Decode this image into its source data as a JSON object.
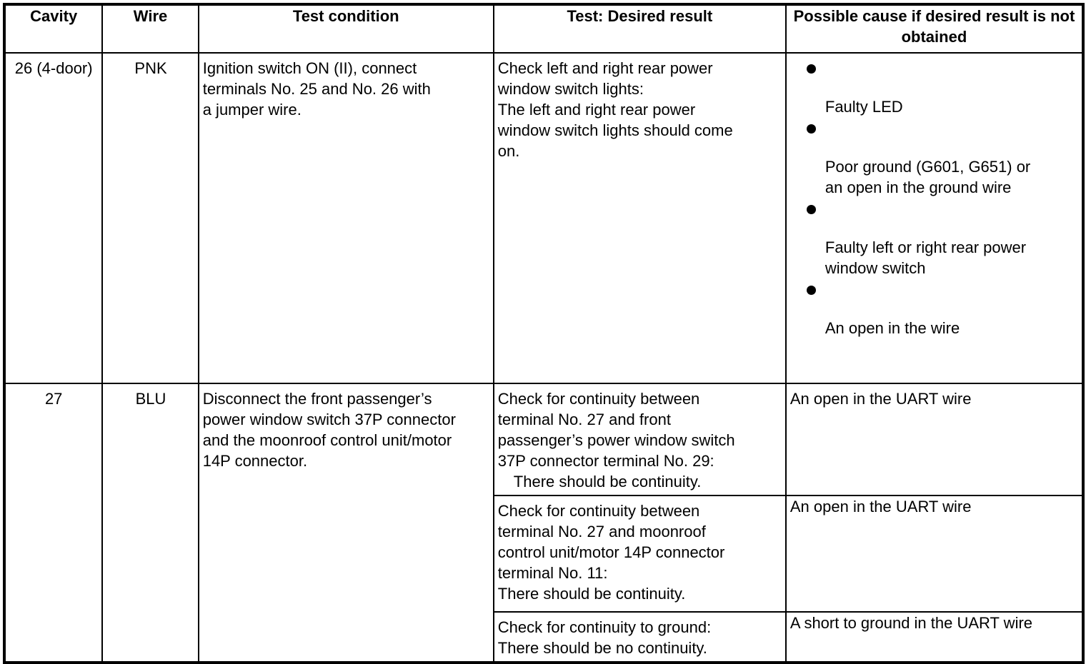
{
  "table": {
    "headers": [
      {
        "key": "cavity",
        "label": "Cavity"
      },
      {
        "key": "wire",
        "label": "Wire"
      },
      {
        "key": "test_condition",
        "label": "Test condition"
      },
      {
        "key": "test_desired_result",
        "label": "Test: Desired result"
      },
      {
        "key": "possible_cause",
        "label": "Possible cause if desired result is not obtained"
      }
    ],
    "rows": [
      {
        "cavity": "26 (4-door)",
        "wire": "PNK",
        "test_condition": "Ignition switch ON (II), connect\nterminals No. 25   and No. 26   with\na jumper wire.",
        "sub_rows": [
          {
            "test_desired_result": "Check left and right rear power\nwindow switch lights:\nThe left and right rear power\nwindow switch lights should come\non.",
            "possible_cause_bullets": [
              "Faulty LED",
              "Poor ground (G601, G651) or\nan open in the ground wire",
              "Faulty left or right rear power\nwindow switch",
              "An open in the wire"
            ]
          }
        ]
      },
      {
        "cavity": "27",
        "wire": "BLU",
        "test_condition": "Disconnect the front passenger’s\npower window switch 37P connector\nand the moonroof control unit/motor\n14P connector.",
        "sub_rows": [
          {
            "test_desired_result": "Check for continuity between\nterminal No. 27 and front\npassenger’s power window switch\n37P connector terminal No. 29:",
            "test_desired_result_indented": "  There should be continuity.",
            "possible_cause": "An open in the UART wire",
            "possible_cause_align": "top"
          },
          {
            "test_desired_result": "Check for continuity between\nterminal No. 27 and moonroof\ncontrol unit/motor 14P connector\nterminal No. 11:\nThere should be continuity.",
            "possible_cause": "An open in the UART wire",
            "possible_cause_align": "middle"
          },
          {
            "test_desired_result": "Check for continuity to ground:\nThere should be no continuity.",
            "possible_cause": "A short to ground in the UART wire",
            "possible_cause_align": "middle"
          }
        ]
      }
    ]
  },
  "colors": {
    "border": "#000000",
    "background": "#ffffff",
    "text": "#000000"
  }
}
